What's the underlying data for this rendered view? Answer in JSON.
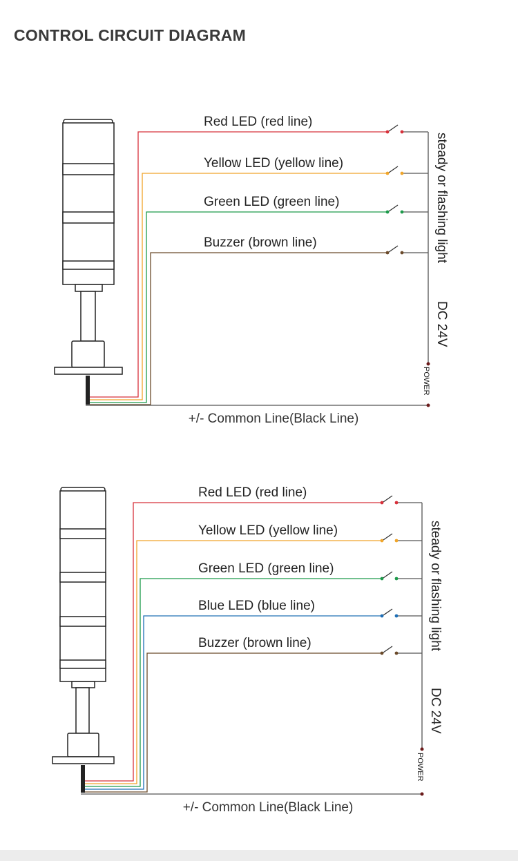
{
  "page_title": "CONTROL CIRCUIT DIAGRAM",
  "diagrams": [
    {
      "lines": [
        {
          "label": "Red LED (red line)",
          "color": "#d7303a"
        },
        {
          "label": "Yellow LED (yellow line)",
          "color": "#f0a52a"
        },
        {
          "label": "Green LED (green line)",
          "color": "#1c9a4a"
        },
        {
          "label": "Buzzer (brown line)",
          "color": "#6b4a2a"
        }
      ],
      "common_line_label": "+/- Common Line(Black Line)",
      "mode_label": "steady or flashing light",
      "voltage_label": "DC 24V",
      "power_label": "POWER"
    },
    {
      "lines": [
        {
          "label": "Red LED (red line)",
          "color": "#d7303a"
        },
        {
          "label": "Yellow LED (yellow line)",
          "color": "#f0a52a"
        },
        {
          "label": "Green LED (green line)",
          "color": "#1c9a4a"
        },
        {
          "label": "Blue LED (blue line)",
          "color": "#1f6fb5"
        },
        {
          "label": "Buzzer (brown line)",
          "color": "#6b4a2a"
        }
      ],
      "common_line_label": "+/- Common Line(Black Line)",
      "mode_label": "steady or flashing light",
      "voltage_label": "DC 24V",
      "power_label": "POWER"
    }
  ]
}
